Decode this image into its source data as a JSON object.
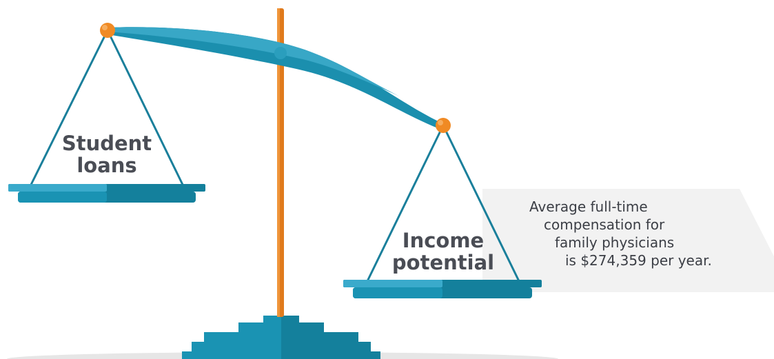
{
  "left_pan": {
    "label_lines": [
      "Student",
      "loans"
    ]
  },
  "right_pan": {
    "label_lines": [
      "Income",
      "potential"
    ]
  },
  "callout": {
    "lines": [
      "Average full-time",
      "compensation for",
      "family physicians",
      "is $274,359 per year."
    ]
  },
  "colors": {
    "beam": "#1b8fae",
    "pan_dark": "#14809c",
    "pan_light": "#3aaacb",
    "pole": "#e07a1c",
    "pivot": "#f08a24",
    "rope": "#1a7f9b",
    "label_text": "#4a4d55",
    "callout_bg": "#f2f2f2",
    "floor": "#e6e6e6"
  }
}
